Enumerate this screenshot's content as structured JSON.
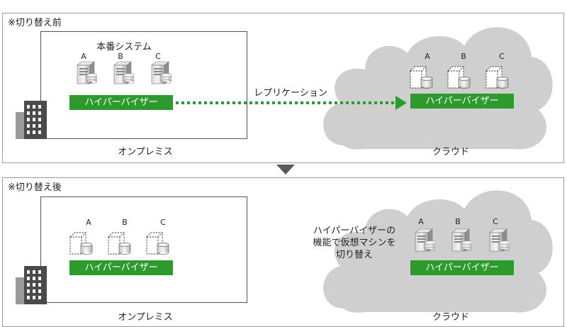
{
  "before": {
    "title": "※切り替え前",
    "production_label": "本番システム",
    "onprem_vms": [
      "A",
      "B",
      "C"
    ],
    "cloud_vms": [
      "A",
      "B",
      "C"
    ],
    "hypervisor_label": "ハイパーバイザー",
    "replication_label": "レプリケーション",
    "onprem_label": "オンプレミス",
    "cloud_label": "クラウド"
  },
  "after": {
    "title": "※切り替え後",
    "onprem_vms": [
      "A",
      "B",
      "C"
    ],
    "cloud_vms": [
      "A",
      "B",
      "C"
    ],
    "hypervisor_label": "ハイパーバイザー",
    "switch_note": [
      "ハイパーバイザーの",
      "機能で仮想マシンを",
      "切り替え"
    ],
    "onprem_label": "オンプレミス",
    "cloud_label": "クラウド"
  },
  "colors": {
    "hypervisor": "#2d9a2d",
    "cloud": "#cfcfcf",
    "building": "#4a4a4a",
    "arrow": "#5a5a5a"
  },
  "icons": [
    "server-icon",
    "disk-icon",
    "vm-placeholder-icon",
    "building-icon",
    "cloud-shape",
    "down-arrow-icon"
  ]
}
